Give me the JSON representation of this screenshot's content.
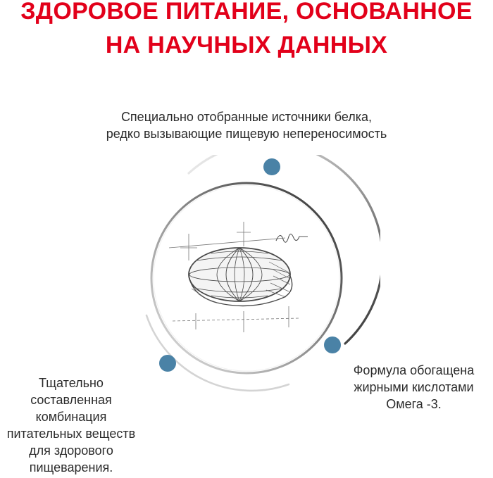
{
  "headline": {
    "line1": "ЗДОРОВОЕ ПИТАНИЕ, ОСНОВАННОЕ",
    "line2": "НА НАУЧНЫХ ДАННЫХ"
  },
  "features": {
    "top": {
      "line1": "Специально отобранные источники белка,",
      "line2": "редко вызывающие пищевую непереносимость"
    },
    "left": {
      "line1": "Тщательно",
      "line2": "составленная",
      "line3": "комбинация",
      "line4": "питательных веществ",
      "line5": "для здорового",
      "line6": "пищеварения."
    },
    "right": {
      "line1": "Формула обогащена",
      "line2": "жирными кислотами",
      "line3": "Омега -3."
    }
  },
  "colors": {
    "headline": "#e2001a",
    "dot": "#4a82a6",
    "ring_dark": "#3a3a3a",
    "ring_light": "#dcdcdc"
  },
  "icons": {
    "center": "kibble-sketch-icon"
  }
}
